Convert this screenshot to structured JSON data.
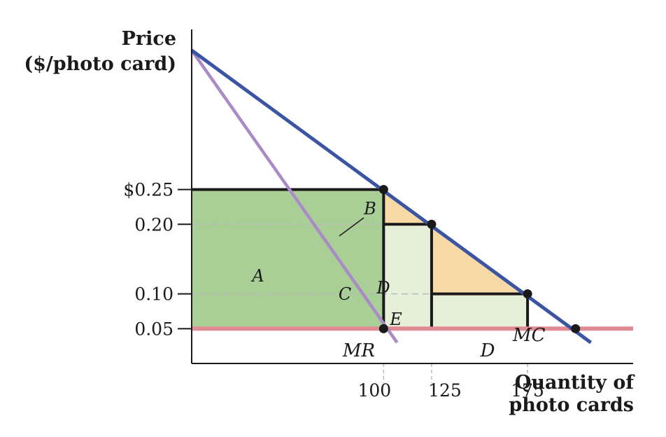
{
  "chart_data": {
    "type": "line",
    "title": "",
    "ylabel_lines": [
      "Price",
      "($/photo card)"
    ],
    "xlabel_lines": [
      "Quantity of",
      "photo cards"
    ],
    "xlim": [
      0,
      230
    ],
    "ylim": [
      0,
      0.48
    ],
    "y_ticks": [
      {
        "value": 0.25,
        "label": "$0.25"
      },
      {
        "value": 0.2,
        "label": "0.20"
      },
      {
        "value": 0.1,
        "label": "0.10"
      },
      {
        "value": 0.05,
        "label": "0.05"
      }
    ],
    "x_ticks": [
      {
        "value": 100,
        "label": "100"
      },
      {
        "value": 125,
        "label": "125"
      },
      {
        "value": 175,
        "label": "175"
      }
    ],
    "series": [
      {
        "name": "D",
        "color": "#3b55a3",
        "points": [
          [
            0,
            0.45
          ],
          [
            208,
            0.03
          ]
        ]
      },
      {
        "name": "MR",
        "color": "#a98bc6",
        "points": [
          [
            0,
            0.45
          ],
          [
            107,
            0.03
          ]
        ]
      },
      {
        "name": "MC",
        "color": "#e08a94",
        "points": [
          [
            0,
            0.05
          ],
          [
            230,
            0.05
          ]
        ]
      }
    ],
    "points": [
      [
        100,
        0.25
      ],
      [
        125,
        0.2
      ],
      [
        175,
        0.1
      ],
      [
        100,
        0.05
      ],
      [
        200,
        0.05
      ]
    ],
    "regions": [
      {
        "label": "A",
        "color": "#a9cf97",
        "polygon": [
          [
            0,
            0.05
          ],
          [
            100,
            0.05
          ],
          [
            100,
            0.25
          ],
          [
            0,
            0.25
          ]
        ]
      },
      {
        "label": "B",
        "color": "#f7d9a6",
        "polygon": [
          [
            100,
            0.2
          ],
          [
            100,
            0.25
          ],
          [
            125,
            0.2
          ]
        ]
      },
      {
        "label": "C",
        "color": "#e6f0d8",
        "polygon": [
          [
            100,
            0.05
          ],
          [
            125,
            0.05
          ],
          [
            125,
            0.2
          ],
          [
            100,
            0.2
          ]
        ]
      },
      {
        "label": "D",
        "color": "#f7d9a6",
        "polygon": [
          [
            125,
            0.1
          ],
          [
            125,
            0.2
          ],
          [
            175,
            0.1
          ]
        ]
      },
      {
        "label": "E",
        "color": "#e6f0d8",
        "polygon": [
          [
            125,
            0.05
          ],
          [
            175,
            0.05
          ],
          [
            175,
            0.1
          ],
          [
            125,
            0.1
          ]
        ]
      }
    ]
  }
}
